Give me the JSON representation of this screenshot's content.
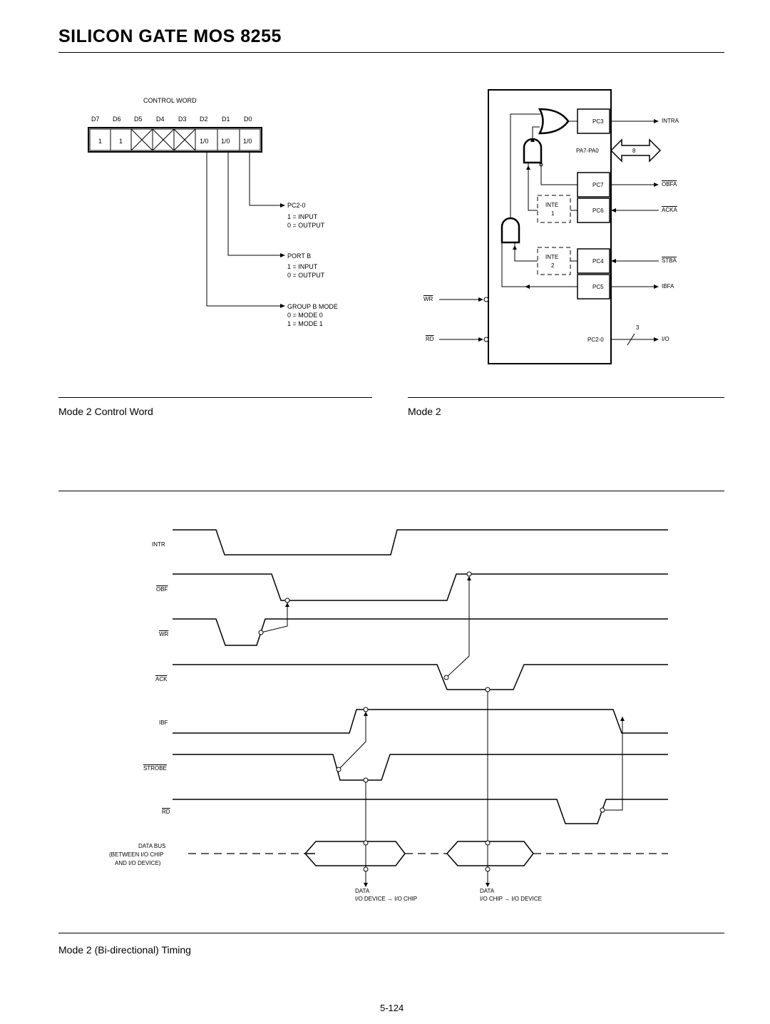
{
  "title": "SILICON GATE MOS 8255",
  "control_word": {
    "heading": "CONTROL WORD",
    "bit_labels": [
      "D7",
      "D6",
      "D5",
      "D4",
      "D3",
      "D2",
      "D1",
      "D0"
    ],
    "cells": [
      "1",
      "1",
      "",
      "",
      "",
      "1/0",
      "1/0",
      "1/0"
    ],
    "annotations": {
      "pc20": {
        "name": "PC2-0",
        "line1": "1 = INPUT",
        "line2": "0 = OUTPUT"
      },
      "portb": {
        "name": "PORT B",
        "line1": "1 = INPUT",
        "line2": "0 = OUTPUT"
      },
      "groupb": {
        "name": "GROUP B MODE",
        "line1": "0 = MODE 0",
        "line2": "1 = MODE 1"
      }
    },
    "caption": "Mode 2 Control Word"
  },
  "mode2": {
    "pins": [
      "PC3",
      "PA7-PA0",
      "PC7",
      "PC6",
      "PC4",
      "PC5",
      "PC2-0"
    ],
    "signals": [
      "INTRA",
      "OBFA",
      "ACKA",
      "STBA",
      "IBFA",
      "I/O"
    ],
    "inte1": [
      "INTE",
      "1"
    ],
    "inte2": [
      "INTE",
      "2"
    ],
    "bus_width": "8",
    "io_width": "3",
    "wr": "WR",
    "rd": "RD",
    "caption": "Mode 2"
  },
  "timing": {
    "signals": [
      "INTR",
      "OBF",
      "WR",
      "ACK",
      "IBF",
      "STROBE",
      "RD"
    ],
    "data_bus": [
      "DATA BUS",
      "(BETWEEN I/O CHIP",
      "AND I/O DEVICE)"
    ],
    "data_in": [
      "DATA",
      "I/O DEVICE → I/O CHIP"
    ],
    "data_out": [
      "DATA",
      "I/O CHIP → I/O DEVICE"
    ],
    "caption": "Mode 2 (Bi-directional) Timing"
  },
  "page_number": "5-124"
}
